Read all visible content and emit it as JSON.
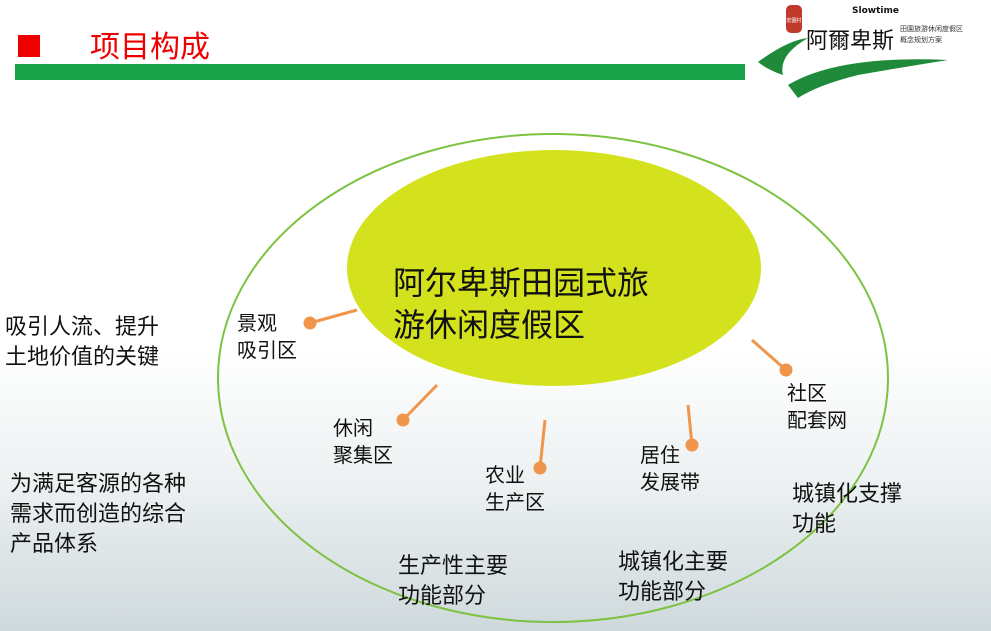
{
  "header": {
    "title": "项目构成"
  },
  "logo": {
    "seal": "宏園村",
    "name": "阿爾卑斯",
    "en": "Slowtime",
    "sub1": "田園旅游休闲度假区",
    "sub2": "概念规划方案"
  },
  "diagram": {
    "center": [
      "阿尔卑斯田园式旅",
      "游休闲度假区"
    ],
    "nodes": [
      [
        "景观",
        "吸引区"
      ],
      [
        "休闲",
        "聚集区"
      ],
      [
        "农业",
        "生产区"
      ],
      [
        "居住",
        "发展带"
      ],
      [
        "社区",
        "配套网"
      ]
    ],
    "side": {
      "left1": [
        "吸引人流、提升",
        "土地价值的关键"
      ],
      "left2": [
        "为满足客源的各种",
        "需求而创造的综合",
        "产品体系"
      ],
      "bottom1": [
        "生产性主要",
        "功能部分"
      ],
      "bottom2": [
        "城镇化主要",
        "功能部分"
      ],
      "right": [
        "城镇化支撑",
        "功能"
      ]
    },
    "colors": {
      "outer": "#7dc242",
      "inner": "#d4e21e",
      "spoke": "#f0954a"
    }
  }
}
